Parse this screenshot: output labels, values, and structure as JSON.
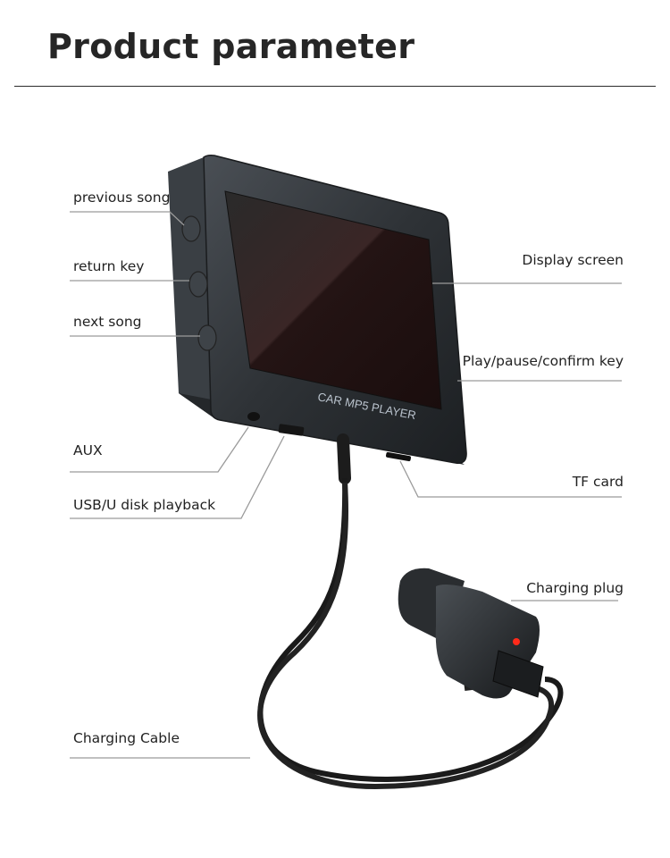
{
  "title": "Product parameter",
  "device_brand": "CAR MP5 PLAYER",
  "labels": {
    "previous_song": "previous song",
    "return_key": "return key",
    "next_song": "next song",
    "aux": "AUX",
    "usb": "USB/U disk playback",
    "display_screen": "Display screen",
    "play_pause": "Play/pause/confirm key",
    "tf_card": "TF card",
    "charging_plug": "Charging plug",
    "charging_cable": "Charging Cable"
  },
  "colors": {
    "device_body": "#2e3236",
    "screen": "#2b1b1b",
    "leader_line": "#9a9a9a",
    "plug_led": "#ff2a1a"
  }
}
